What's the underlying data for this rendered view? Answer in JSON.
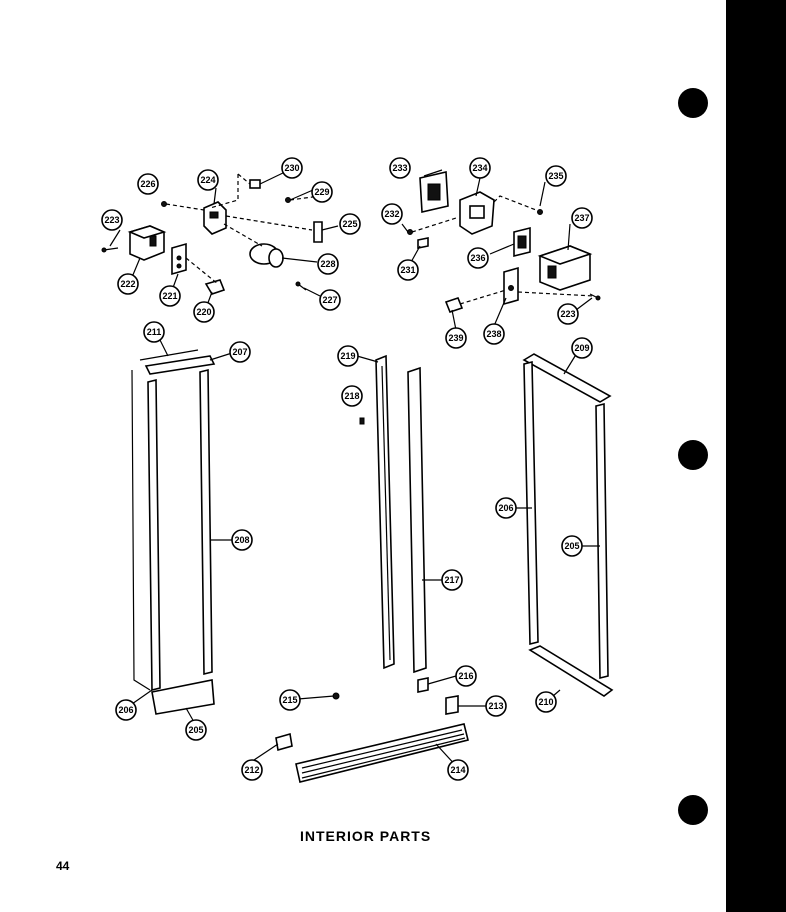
{
  "page_title": "INTERIOR PARTS",
  "page_number": "44",
  "callouts": {
    "c205a": "205",
    "c205b": "205",
    "c206a": "206",
    "c206b": "206",
    "c207": "207",
    "c208": "208",
    "c209": "209",
    "c210": "210",
    "c211": "211",
    "c212": "212",
    "c213": "213",
    "c214": "214",
    "c215": "215",
    "c216": "216",
    "c217": "217",
    "c218": "218",
    "c219": "219",
    "c220": "220",
    "c221": "221",
    "c222": "222",
    "c223a": "223",
    "c223b": "223",
    "c224": "224",
    "c225": "225",
    "c226": "226",
    "c227": "227",
    "c228": "228",
    "c229": "229",
    "c230": "230",
    "c231": "231",
    "c232": "232",
    "c233": "233",
    "c234": "234",
    "c235": "235",
    "c236": "236",
    "c237": "237",
    "c238": "238",
    "c239": "239"
  }
}
